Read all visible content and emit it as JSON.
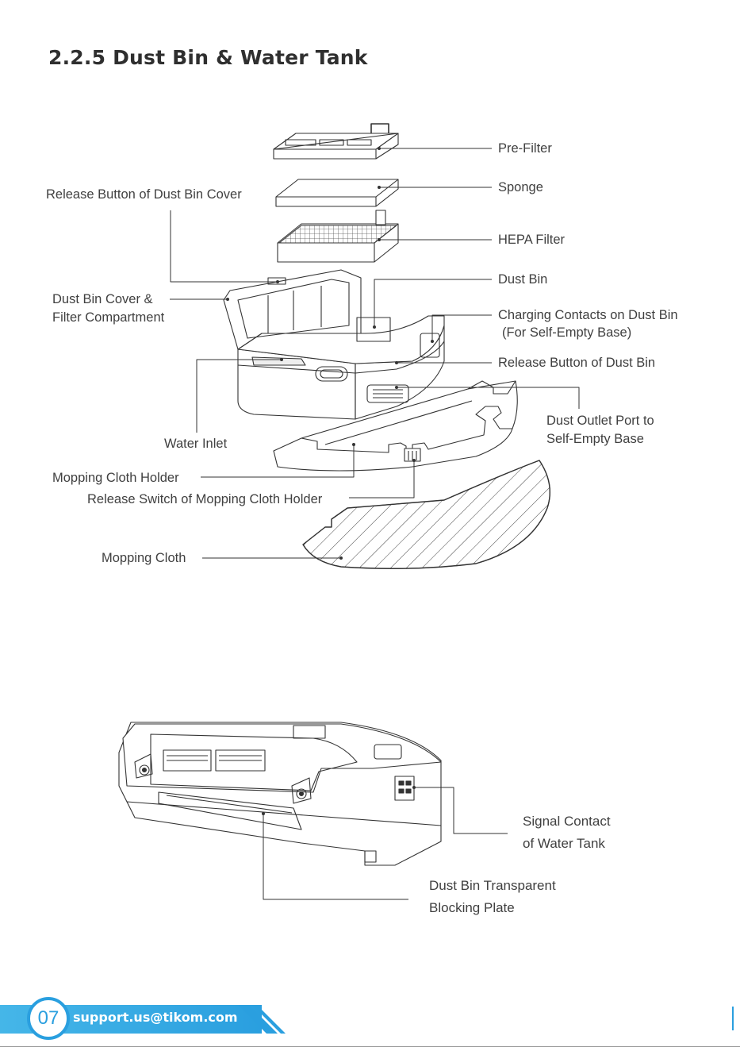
{
  "heading": "2.2.5 Dust Bin & Water Tank",
  "labels": {
    "pre_filter": "Pre-Filter",
    "sponge": "Sponge",
    "release_button_cover": "Release Button of Dust Bin Cover",
    "hepa_filter": "HEPA Filter",
    "dust_bin": "Dust Bin",
    "cover_line1": "Dust Bin Cover &",
    "cover_line2": "Filter Compartment",
    "charging_line1": "Charging Contacts on Dust Bin",
    "charging_line2": "(For Self-Empty Base)",
    "release_button_bin": "Release Button of Dust Bin",
    "outlet_line1": "Dust Outlet Port to",
    "outlet_line2": "Self-Empty Base",
    "water_inlet": "Water Inlet",
    "mop_holder": "Mopping Cloth Holder",
    "mop_switch": "Release Switch of Mopping Cloth Holder",
    "mop_cloth": "Mopping Cloth",
    "signal_line1": "Signal Contact",
    "signal_line2": "of Water Tank",
    "plate_line1": "Dust Bin Transparent",
    "plate_line2": "Blocking Plate"
  },
  "footer": {
    "page_number": "07",
    "email": "support.us@tikom.com"
  },
  "colors": {
    "accent": "#2a9fdf",
    "line": "#333333",
    "text": "#404040"
  }
}
